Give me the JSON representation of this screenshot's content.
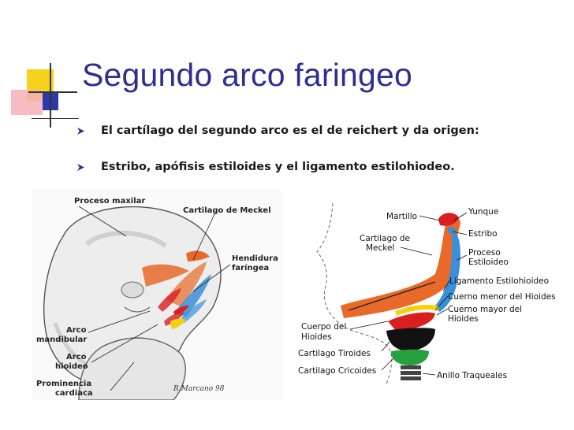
{
  "slide": {
    "title": "Segundo arco faringeo",
    "bullets": [
      "El cartílago del segundo arco es el de reichert y da origen:",
      "Estribo, apófisis estiloides y el ligamento estilohiodeo."
    ]
  },
  "figure_left": {
    "labels": {
      "proceso_maxilar": "Proceso maxilar",
      "cartilago_meckel": "Cartilago de Meckel",
      "hendidura": "Hendidura",
      "faringea": "faríngea",
      "arco_mandibular_1": "Arco",
      "arco_mandibular_2": "mandibular",
      "arco_hioideo_1": "Arco",
      "arco_hioideo_2": "hioideo",
      "prominencia_1": "Prominencia",
      "prominencia_2": "cardiaca",
      "signature": "R.Marcano 98"
    }
  },
  "figure_right": {
    "labels": {
      "martillo": "Martillo",
      "yunque": "Yunque",
      "cartilago_meckel_1": "Cartilago de",
      "cartilago_meckel_2": "Meckel",
      "estribo": "Estribo",
      "proceso_1": "Proceso",
      "proceso_2": "Estiloideo",
      "ligamento": "Ligamento Estilohioideo",
      "cuerno_menor": "Cuerno menor del Hioides",
      "cuerno_mayor_1": "Cuerno mayor del",
      "cuerno_mayor_2": "Hioides",
      "cuerpo_1": "Cuerpo del",
      "cuerpo_2": "Hioides",
      "tiroides": "Cartilago Tiroides",
      "cricoides": "Cartilago Cricoides",
      "anillo": "Anillo Traqueales"
    }
  },
  "colors": {
    "title": "#2f2f8f",
    "orange": "#e8692a",
    "blue": "#3a8fd6",
    "yellow": "#f2d20c",
    "red": "#d92020",
    "green": "#27a040",
    "deco_yellow": "#f6d11e",
    "deco_blue": "#2a3aa8",
    "deco_pink": "#f2a0a8"
  }
}
